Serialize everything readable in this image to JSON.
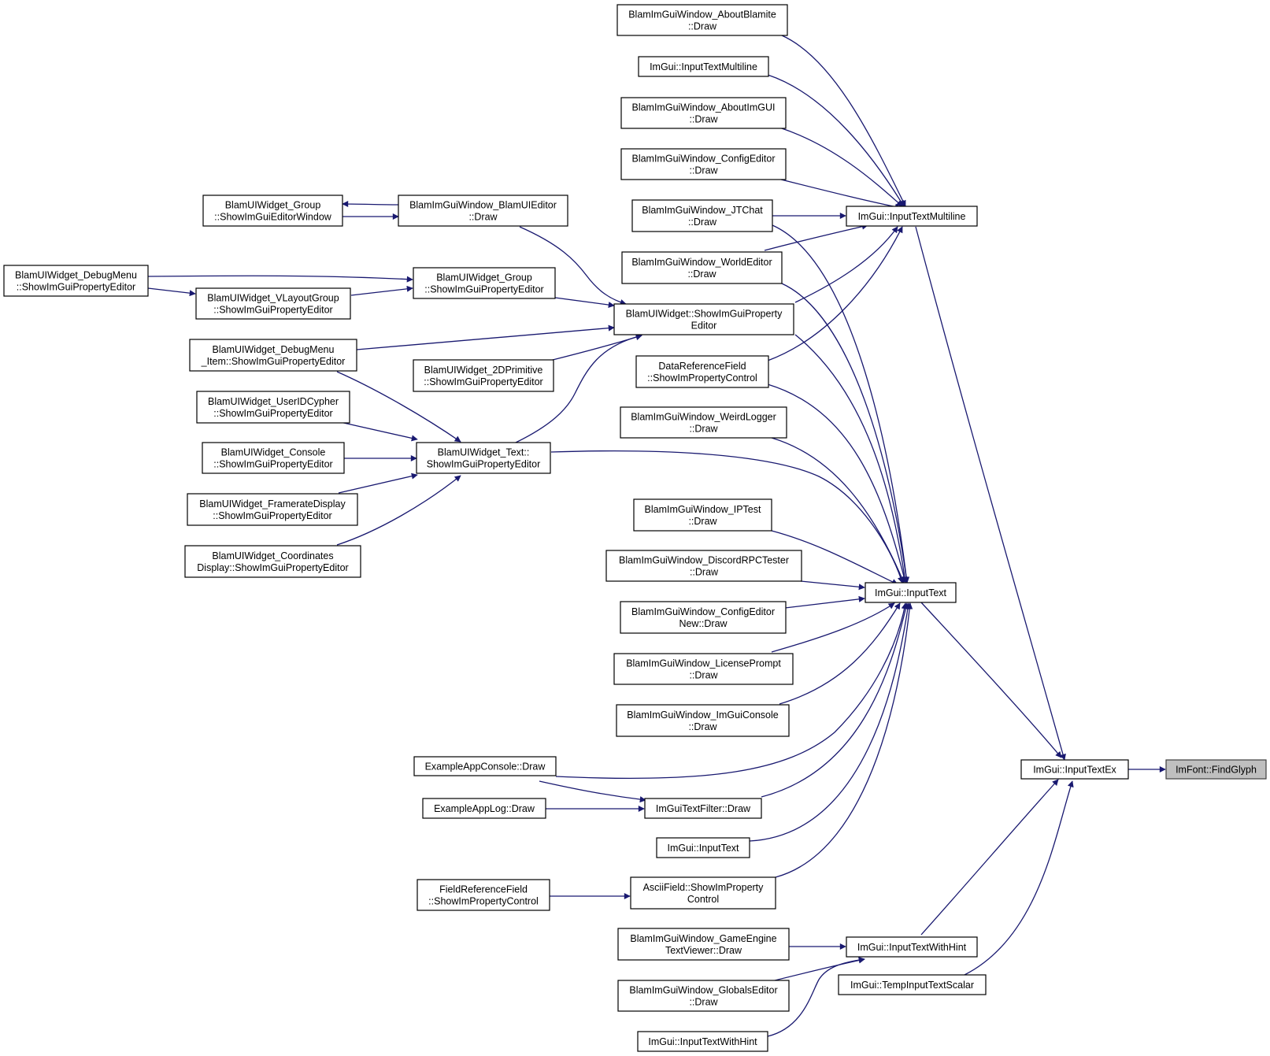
{
  "graph": {
    "nodes": [
      {
        "id": "find_glyph",
        "lines": [
          "ImFont::FindGlyph"
        ]
      },
      {
        "id": "input_text_ex",
        "lines": [
          "ImGui::InputTextEx"
        ]
      },
      {
        "id": "input_text_multiline_main",
        "lines": [
          "ImGui::InputTextMultiline"
        ]
      },
      {
        "id": "input_text_main",
        "lines": [
          "ImGui::InputText"
        ]
      },
      {
        "id": "input_text_with_hint_main",
        "lines": [
          "ImGui::InputTextWithHint"
        ]
      },
      {
        "id": "temp_input_text_scalar",
        "lines": [
          "ImGui::TempInputTextScalar"
        ]
      },
      {
        "id": "about_blamite",
        "lines": [
          "BlamImGuiWindow_AboutBlamite",
          "::Draw"
        ]
      },
      {
        "id": "input_text_multiline_caller",
        "lines": [
          "ImGui::InputTextMultiline"
        ]
      },
      {
        "id": "about_imgui",
        "lines": [
          "BlamImGuiWindow_AboutImGUI",
          "::Draw"
        ]
      },
      {
        "id": "config_editor",
        "lines": [
          "BlamImGuiWindow_ConfigEditor",
          "::Draw"
        ]
      },
      {
        "id": "jtchat",
        "lines": [
          "BlamImGuiWindow_JTChat",
          "::Draw"
        ]
      },
      {
        "id": "world_editor",
        "lines": [
          "BlamImGuiWindow_WorldEditor",
          "::Draw"
        ]
      },
      {
        "id": "ui_widget_show_prop",
        "lines": [
          "BlamUIWidget::ShowImGuiProperty",
          "Editor"
        ]
      },
      {
        "id": "data_reference_field",
        "lines": [
          "DataReferenceField",
          "::ShowImPropertyControl"
        ]
      },
      {
        "id": "weird_logger",
        "lines": [
          "BlamImGuiWindow_WeirdLogger",
          "::Draw"
        ]
      },
      {
        "id": "ip_test",
        "lines": [
          "BlamImGuiWindow_IPTest",
          "::Draw"
        ]
      },
      {
        "id": "discord_rpc",
        "lines": [
          "BlamImGuiWindow_DiscordRPCTester",
          "::Draw"
        ]
      },
      {
        "id": "config_editor_new",
        "lines": [
          "BlamImGuiWindow_ConfigEditor",
          "New::Draw"
        ]
      },
      {
        "id": "license_prompt",
        "lines": [
          "BlamImGuiWindow_LicensePrompt",
          "::Draw"
        ]
      },
      {
        "id": "imgui_console",
        "lines": [
          "BlamImGuiWindow_ImGuiConsole",
          "::Draw"
        ]
      },
      {
        "id": "example_app_console",
        "lines": [
          "ExampleAppConsole::Draw"
        ]
      },
      {
        "id": "imgui_text_filter",
        "lines": [
          "ImGuiTextFilter::Draw"
        ]
      },
      {
        "id": "example_app_log",
        "lines": [
          "ExampleAppLog::Draw"
        ]
      },
      {
        "id": "input_text_caller",
        "lines": [
          "ImGui::InputText"
        ]
      },
      {
        "id": "ascii_field",
        "lines": [
          "AsciiField::ShowImProperty",
          "Control"
        ]
      },
      {
        "id": "field_reference_field",
        "lines": [
          "FieldReferenceField",
          "::ShowImPropertyControl"
        ]
      },
      {
        "id": "game_engine_text_viewer",
        "lines": [
          "BlamImGuiWindow_GameEngine",
          "TextViewer::Draw"
        ]
      },
      {
        "id": "globals_editor",
        "lines": [
          "BlamImGuiWindow_GlobalsEditor",
          "::Draw"
        ]
      },
      {
        "id": "input_text_with_hint_caller",
        "lines": [
          "ImGui::InputTextWithHint"
        ]
      },
      {
        "id": "blam_ui_editor",
        "lines": [
          "BlamImGuiWindow_BlamUIEditor",
          "::Draw"
        ]
      },
      {
        "id": "group_editor_window",
        "lines": [
          "BlamUIWidget_Group",
          "::ShowImGuiEditorWindow"
        ]
      },
      {
        "id": "group_prop",
        "lines": [
          "BlamUIWidget_Group",
          "::ShowImGuiPropertyEditor"
        ]
      },
      {
        "id": "debug_menu",
        "lines": [
          "BlamUIWidget_DebugMenu",
          "::ShowImGuiPropertyEditor"
        ]
      },
      {
        "id": "vlayout_group",
        "lines": [
          "BlamUIWidget_VLayoutGroup",
          "::ShowImGuiPropertyEditor"
        ]
      },
      {
        "id": "debug_menu_item",
        "lines": [
          "BlamUIWidget_DebugMenu",
          "_Item::ShowImGuiPropertyEditor"
        ]
      },
      {
        "id": "primitive_2d",
        "lines": [
          "BlamUIWidget_2DPrimitive",
          "::ShowImGuiPropertyEditor"
        ]
      },
      {
        "id": "user_id_cypher",
        "lines": [
          "BlamUIWidget_UserIDCypher",
          "::ShowImGuiPropertyEditor"
        ]
      },
      {
        "id": "widget_text",
        "lines": [
          "BlamUIWidget_Text::",
          "ShowImGuiPropertyEditor"
        ]
      },
      {
        "id": "widget_console",
        "lines": [
          "BlamUIWidget_Console",
          "::ShowImGuiPropertyEditor"
        ]
      },
      {
        "id": "framerate_display",
        "lines": [
          "BlamUIWidget_FramerateDisplay",
          "::ShowImGuiPropertyEditor"
        ]
      },
      {
        "id": "coordinates_display",
        "lines": [
          "BlamUIWidget_Coordinates",
          "Display::ShowImGuiPropertyEditor"
        ]
      }
    ]
  }
}
